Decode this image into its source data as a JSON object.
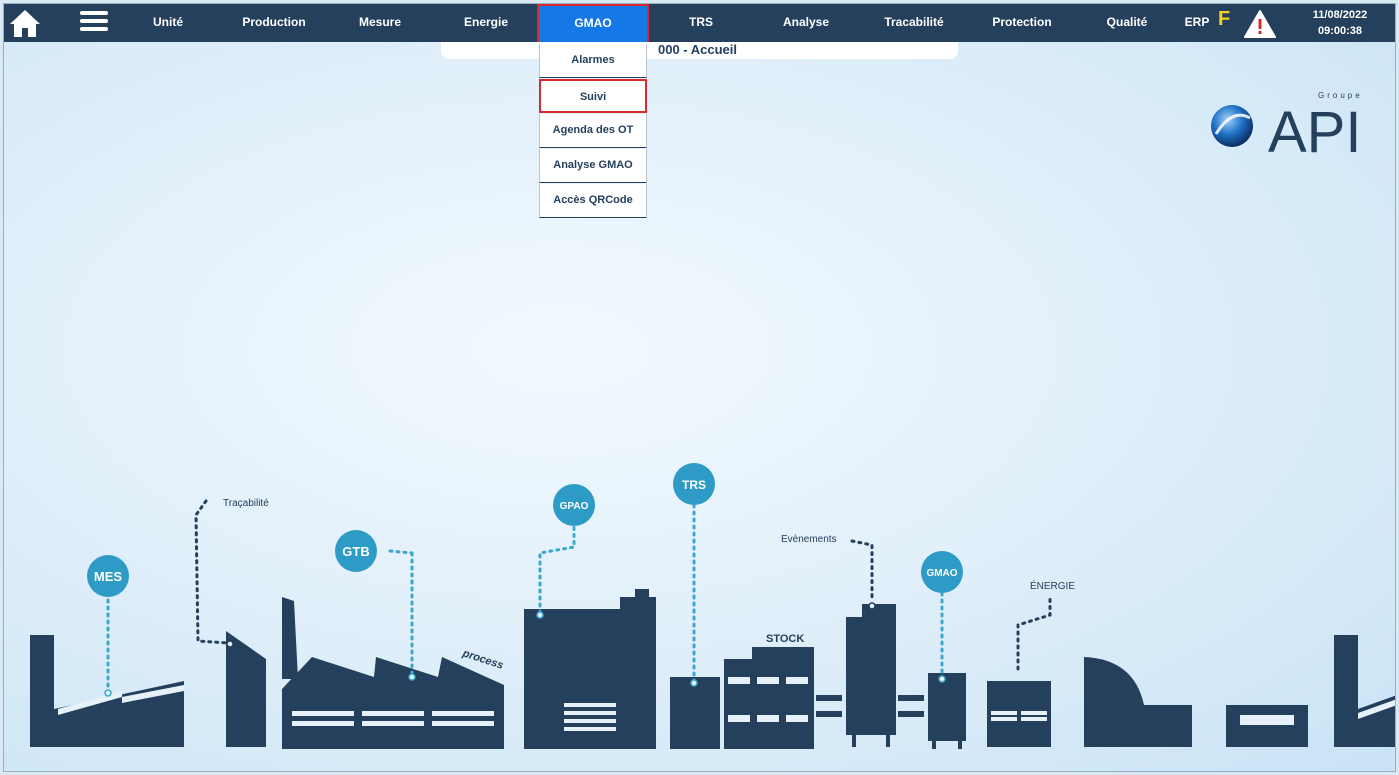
{
  "nav": {
    "items": [
      "Unité",
      "Production",
      "Mesure",
      "Energie",
      "GMAO",
      "TRS",
      "Analyse",
      "Tracabilité",
      "Protection",
      "Qualité"
    ],
    "active": "GMAO",
    "erp": "ERP",
    "f_badge": "F"
  },
  "clock": {
    "date": "11/08/2022",
    "time": "09:00:38"
  },
  "page": {
    "title": "000 - Accueil"
  },
  "dropdown": {
    "items": [
      "Alarmes",
      "Suivi",
      "Agenda des OT",
      "Analyse GMAO",
      "Accès QRCode"
    ],
    "selected": "Suivi"
  },
  "logo": {
    "group": "Groupe",
    "brand": "API"
  },
  "scene": {
    "labels": {
      "mes": "MES",
      "gtb": "GTB",
      "gpao": "GPAO",
      "trs": "TRS",
      "gmao": "GMAO",
      "tracabilite": "Traçabilité",
      "evenements": "Evènements",
      "energie": "ÉNERGIE",
      "stock": "STOCK",
      "process": "process"
    }
  },
  "colors": {
    "navbar": "#24405c",
    "active": "#1478e6",
    "highlight": "#d9282e",
    "bubble": "#2e9bc6",
    "badge": "#f2d21c"
  }
}
